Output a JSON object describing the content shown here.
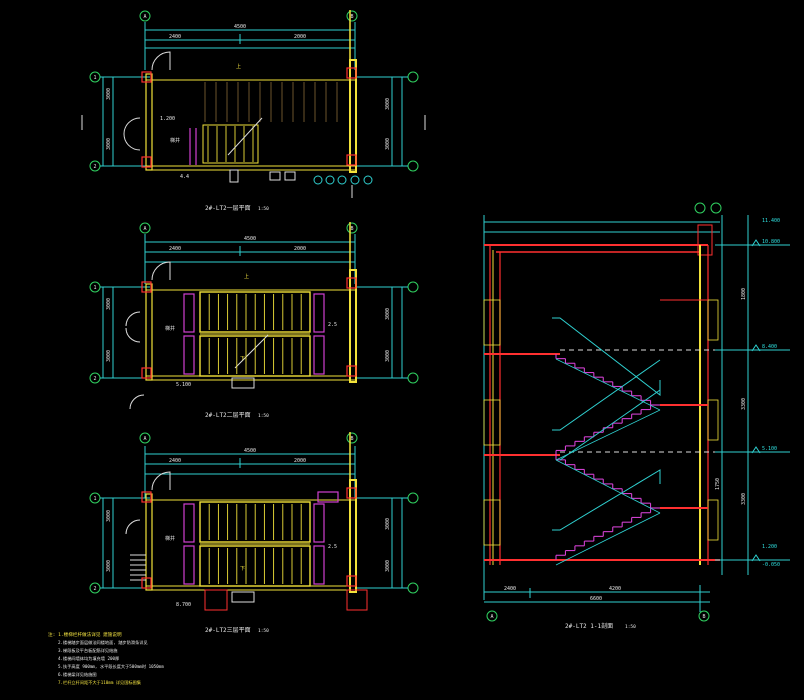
{
  "plans": [
    {
      "title": "2#-LT2一层平面",
      "scale": "1:50",
      "overall_dim": "4500",
      "segment_dims": [
        "2400",
        "2000"
      ],
      "left_dims": [
        "3000",
        "3000"
      ],
      "right_dims": [
        "3000",
        "3000"
      ],
      "bubbles": [
        "A",
        "B",
        "1",
        "2"
      ],
      "labels": [
        "上",
        "梯井",
        "1.200",
        "4.4"
      ]
    },
    {
      "title": "2#-LT2二层平面",
      "scale": "1:50",
      "overall_dim": "4500",
      "segment_dims": [
        "2400",
        "2000"
      ],
      "left_dims": [
        "3000",
        "3000"
      ],
      "right_dims": [
        "3000",
        "3000"
      ],
      "bubbles": [
        "A",
        "B",
        "1",
        "2"
      ],
      "labels": [
        "上",
        "下",
        "梯井",
        "5.100",
        "2.5"
      ]
    },
    {
      "title": "2#-LT2三层平面",
      "scale": "1:50",
      "overall_dim": "4500",
      "segment_dims": [
        "2400",
        "2000"
      ],
      "left_dims": [
        "3000",
        "3000"
      ],
      "right_dims": [
        "3000",
        "3000"
      ],
      "bubbles": [
        "A",
        "B",
        "1",
        "2"
      ],
      "labels": [
        "下",
        "梯井",
        "8.700",
        "2.5"
      ]
    }
  ],
  "section": {
    "title": "2#-LT2 1-1剖面",
    "scale": "1:50",
    "bottom_dims": [
      "2400",
      "4200",
      "6600"
    ],
    "levels": [
      "11.400",
      "10.800",
      "8.400",
      "5.100",
      "1.200",
      "-0.050"
    ],
    "right_dims": [
      "1800",
      "3300",
      "3300",
      "1750"
    ],
    "bubbles": [
      "A",
      "B"
    ]
  },
  "notes": [
    "注: 1.楼梯栏杆做法详见 建施说明",
    "2.楼梯踏步面层做法同楼地面, 踏步防滑条详见",
    "3.梯段板及平台板配筋详见结施",
    "4.楼梯间墙体均为填充墙 200厚",
    "5.扶手高度 900mm, 水平段长度大于500mm时 1050mm",
    "6.楼梯梁详见结施图",
    "7.栏杆立杆间距不大于110mm 详见国标图集"
  ],
  "colors": {
    "background": "#000000",
    "dimension": "#2fd0d0",
    "wall": "#f2e23a",
    "column": "#ff3030",
    "hatch": "#d040d0",
    "text": "#e8e8e8"
  }
}
